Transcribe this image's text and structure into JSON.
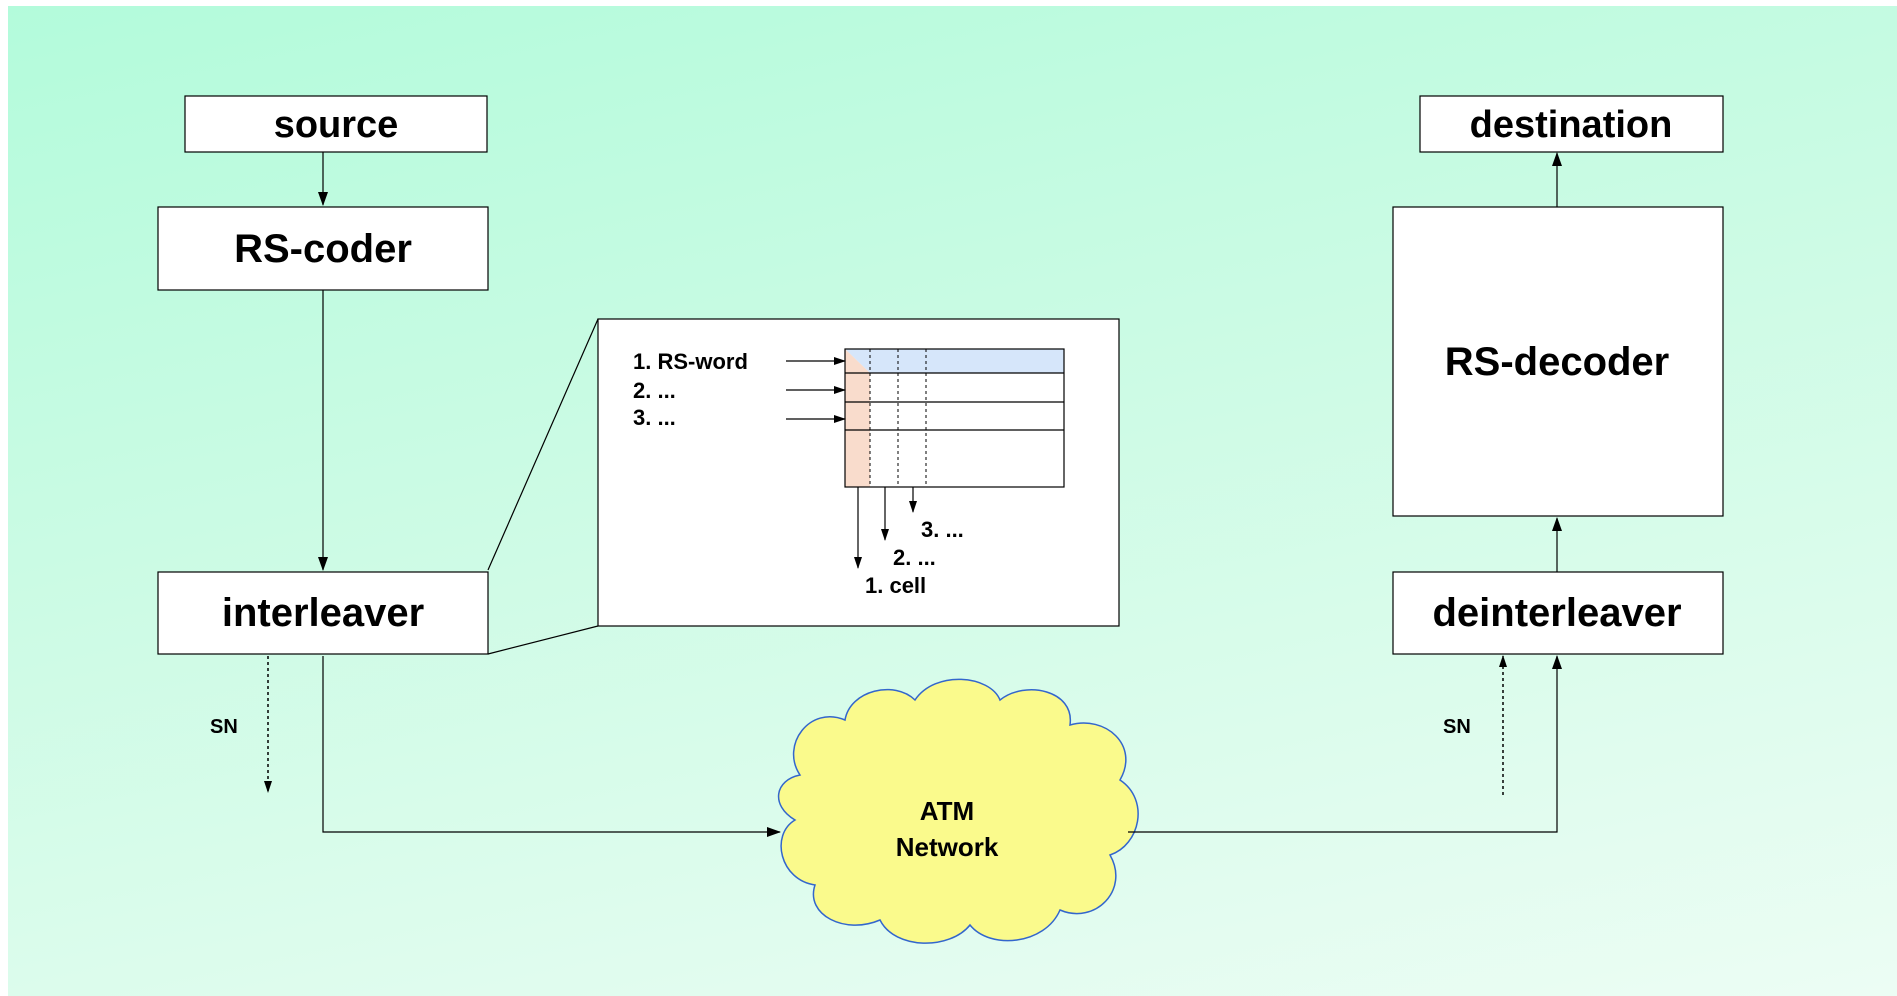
{
  "blocks": {
    "source": "source",
    "rs_coder": "RS-coder",
    "interleaver": "interleaver",
    "destination": "destination",
    "rs_decoder": "RS-decoder",
    "deinterleaver": "deinterleaver"
  },
  "network": {
    "line1": "ATM",
    "line2": "Network"
  },
  "sn_labels": {
    "left": "SN",
    "right": "SN"
  },
  "zoom": {
    "rows": [
      "1. RS-word",
      "2. ...",
      "3. ..."
    ],
    "cells": [
      "3. ...",
      "2. ...",
      "1. cell"
    ]
  },
  "colors": {
    "block_fill": "#ffffff",
    "cloud_fill": "#fafa8c",
    "cloud_stroke": "#3366cc",
    "row_highlight": "#d6e6fa",
    "column_highlight": "#f9dccc"
  }
}
